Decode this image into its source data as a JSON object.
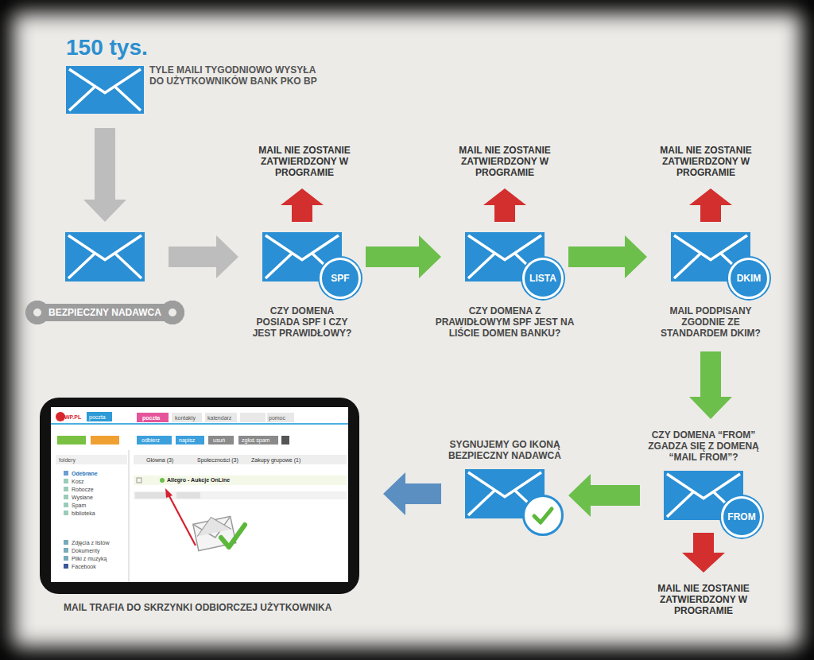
{
  "diagram": {
    "nodes": [
      {
        "text": [
          "150 tys.",
          "TYLE MAILI TYGODNIOWO WYSYŁA DO UŻYTKOWNIKÓW BANK PKO BP"
        ]
      },
      {
        "text": [
          "BEZPIECZNY NADAWCA"
        ]
      },
      {
        "text": [
          "MAIL NIE ZOSTANIE ZATWIERDZONY W PROGRAMIE"
        ]
      },
      {
        "text": [
          "SPF",
          "CZY DOMENA POSIADA SPF I CZY JEST PRAWIDŁOWY?"
        ]
      },
      {
        "text": [
          "MAIL NIE ZOSTANIE ZATWIERDZONY W PROGRAMIE"
        ]
      },
      {
        "text": [
          "LISTA",
          "CZY DOMENA Z PRAWIDŁOWYM SPF JEST NA LIŚCIE DOMEN BANKU?"
        ]
      },
      {
        "text": [
          "MAIL NIE ZOSTANIE ZATWIERDZONY W PROGRAMIE"
        ]
      },
      {
        "text": [
          "DKIM",
          "MAIL PODPISANY ZGODNIE ZE STANDARDEM DKIM?"
        ]
      },
      {
        "text": [
          "MAIL TRAFIA DO SKRZYNKI ODBIORCZEJ UŻYTKOWNIKA"
        ]
      },
      {
        "text": [
          "SYGNUJEMY GO IKONĄ BEZPIECZNY NADAWCA"
        ]
      },
      {
        "text": [
          "CZY DOMENA “FROM” ZGADZA SIĘ Z DOMENĄ “MAIL FROM”?",
          "FROM"
        ]
      },
      {
        "text": [
          "MAIL NIE ZOSTANIE ZATWIERDZONY W PROGRAMIE"
        ]
      }
    ],
    "edges": [
      {
        "from": 0,
        "to": 1,
        "arrow": "to"
      },
      {
        "from": 1,
        "to": 3,
        "arrow": "to"
      },
      {
        "from": 3,
        "to": 2,
        "arrow": "to"
      },
      {
        "from": 3,
        "to": 5,
        "arrow": "to"
      },
      {
        "from": 5,
        "to": 4,
        "arrow": "to"
      },
      {
        "from": 5,
        "to": 7,
        "arrow": "to"
      },
      {
        "from": 7,
        "to": 6,
        "arrow": "to"
      },
      {
        "from": 7,
        "to": 10,
        "arrow": "to"
      },
      {
        "from": 10,
        "to": 11,
        "arrow": "to"
      },
      {
        "from": 10,
        "to": 9,
        "arrow": "to"
      },
      {
        "from": 9,
        "to": 8,
        "arrow": "to"
      }
    ],
    "labels": [
      "WP.PL",
      "poczta",
      "poczta",
      "kontakty",
      "kalendarz",
      "pomoc",
      "odbierz",
      "napisz",
      "usuń",
      "zgłoś spam",
      "foldery",
      "Odebrane",
      "Kosz",
      "Robocze",
      "Wysłane",
      "Spam",
      "biblioteka",
      "Zdjęcia z listów",
      "Dokumenty",
      "Pliki z muzyką",
      "Facebook",
      "Główna (3)",
      "Społeczności (3)",
      "Zakupy grupowe (1)",
      "Allegro - Aukcje OnLine"
    ]
  }
}
